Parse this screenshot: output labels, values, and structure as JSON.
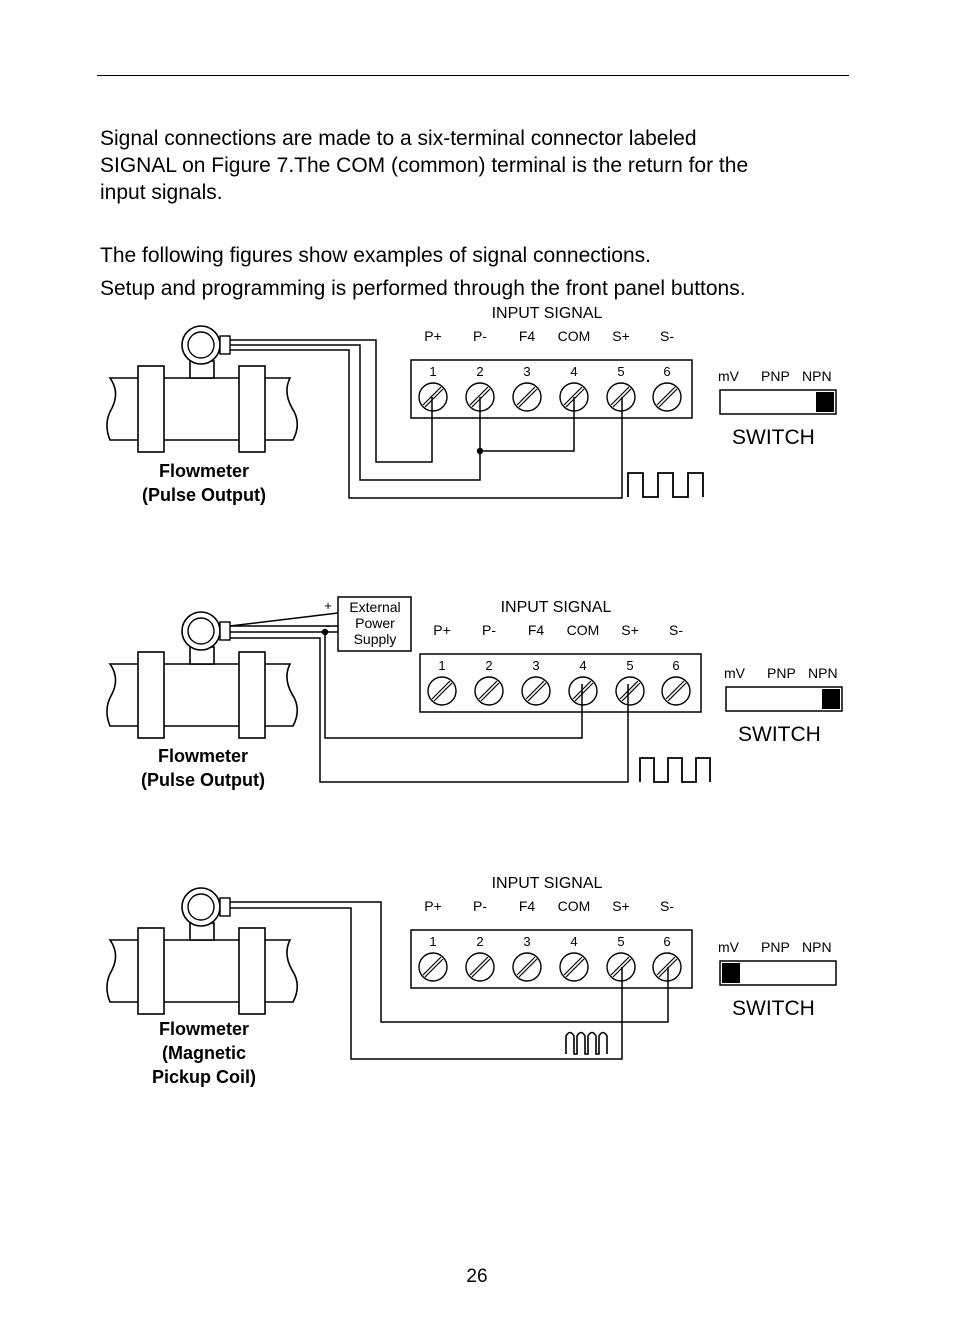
{
  "page": {
    "paragraphs": [
      "Signal connections are made to a six-terminal connector labeled\nSIGNAL on Figure 7.The COM (common) terminal is the return for the\ninput signals.",
      "The following figures show examples of signal connections.",
      "Setup and programming is performed through the front panel buttons."
    ],
    "page_number": "26"
  },
  "figures": [
    {
      "input_signal_title": "INPUT SIGNAL",
      "terminal_labels": [
        "P+",
        "P-",
        "F4",
        "COM",
        "S+",
        "S-"
      ],
      "terminal_numbers": [
        "1",
        "2",
        "3",
        "4",
        "5",
        "6"
      ],
      "switch_options": [
        "mV",
        "PNP",
        "NPN"
      ],
      "switch_label": "SWITCH",
      "switch_position": "NPN",
      "device_label_lines": [
        "Flowmeter",
        "(Pulse Output)"
      ]
    },
    {
      "input_signal_title": "INPUT SIGNAL",
      "terminal_labels": [
        "P+",
        "P-",
        "F4",
        "COM",
        "S+",
        "S-"
      ],
      "terminal_numbers": [
        "1",
        "2",
        "3",
        "4",
        "5",
        "6"
      ],
      "switch_options": [
        "mV",
        "PNP",
        "NPN"
      ],
      "switch_label": "SWITCH",
      "switch_position": "NPN",
      "device_label_lines": [
        "Flowmeter",
        "(Pulse Output)"
      ],
      "power_supply_lines": [
        "External",
        "Power",
        "Supply"
      ],
      "power_supply_polarity": [
        "+",
        "-"
      ]
    },
    {
      "input_signal_title": "INPUT SIGNAL",
      "terminal_labels": [
        "P+",
        "P-",
        "F4",
        "COM",
        "S+",
        "S-"
      ],
      "terminal_numbers": [
        "1",
        "2",
        "3",
        "4",
        "5",
        "6"
      ],
      "switch_options": [
        "mV",
        "PNP",
        "NPN"
      ],
      "switch_label": "SWITCH",
      "switch_position": "mV",
      "device_label_lines": [
        "Flowmeter",
        "(Magnetic",
        "Pickup Coil)"
      ]
    }
  ]
}
